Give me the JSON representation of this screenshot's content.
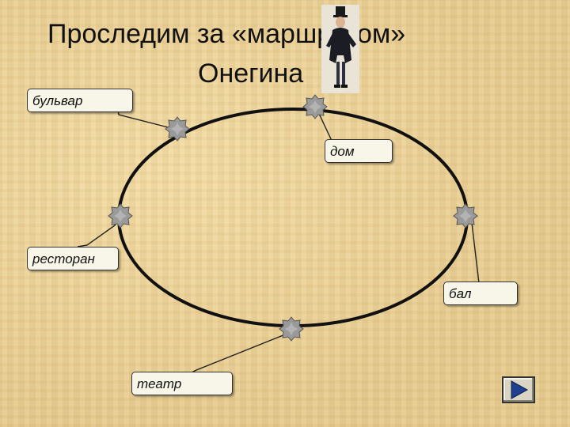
{
  "title": {
    "line1": "Проследим за «маршрутом»",
    "line2": "Онегина"
  },
  "stops": [
    {
      "id": "bulvar",
      "label": "бульвар"
    },
    {
      "id": "dom",
      "label": "дом"
    },
    {
      "id": "restoran",
      "label": "ресторан"
    },
    {
      "id": "bal",
      "label": "бал"
    },
    {
      "id": "teatr",
      "label": "театр"
    }
  ],
  "colors": {
    "background": "#e8cf96",
    "route": "#111111",
    "marker": "#9a9a9a",
    "label_fill": "#f8f6e8"
  },
  "icons": {
    "marker": "star-marker-icon",
    "next": "next-arrow-icon",
    "portrait": "onegin-portrait-icon"
  }
}
